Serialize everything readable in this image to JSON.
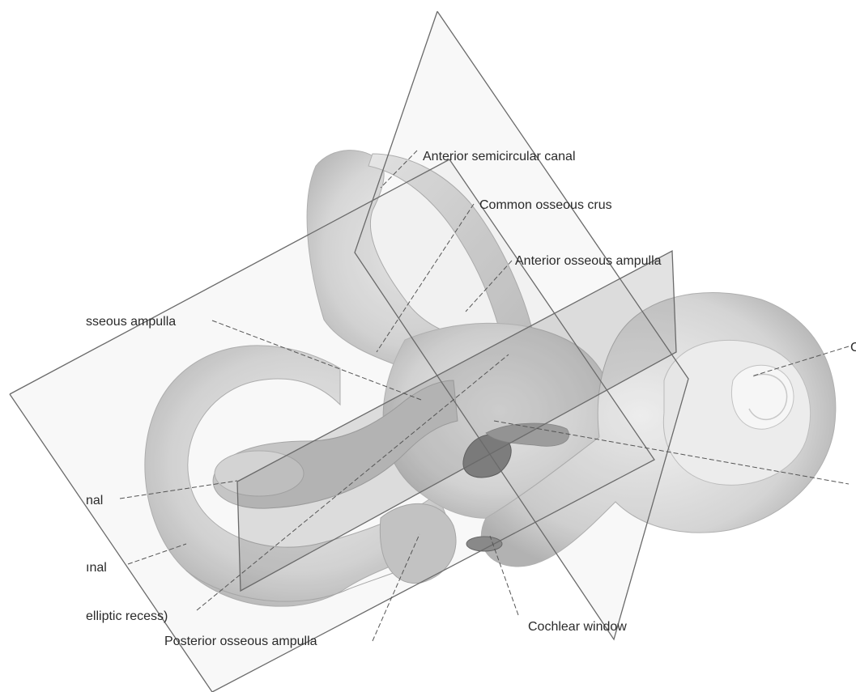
{
  "labels": {
    "anterior_canal": "Anterior semicircular canal",
    "common_crus": "Common osseous crus",
    "anterior_ampulla": "Anterior osseous ampulla",
    "lateral_ampulla": "sseous ampulla",
    "cochlea": "C",
    "lateral_canal": "nal",
    "posterior_canal": "ınal",
    "elliptic_recess": "elliptic recess)",
    "posterior_ampulla": "Posterior osseous ampulla",
    "cochlear_window": "Cochlear window"
  }
}
